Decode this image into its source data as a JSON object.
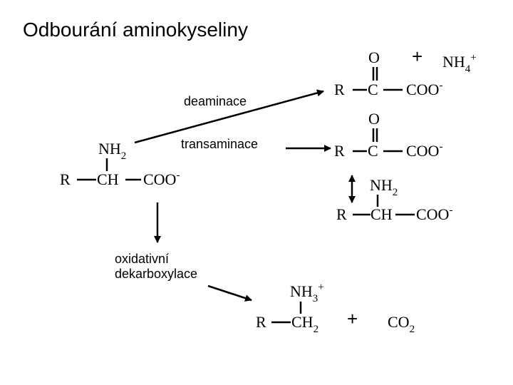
{
  "title": "Odbourání aminokyseliny",
  "labels": {
    "deamination": "deaminace",
    "transamination": "transaminace",
    "decarb_line1": "oxidativní",
    "decarb_line2": "dekarboxylace"
  },
  "atoms": {
    "R": "R",
    "C": "C",
    "CH": "CH",
    "CH_base": "CH",
    "O": "O",
    "COO": "COO",
    "NH": "NH",
    "NH_sub": "2",
    "NH4_base": "NH",
    "NH4_sub": "4",
    "NH3_base": "NH",
    "NH3_sub": "3",
    "CO_base": "CO",
    "CO_sub": "2",
    "minus": "-",
    "plus_charge": "+",
    "plus": "+"
  }
}
